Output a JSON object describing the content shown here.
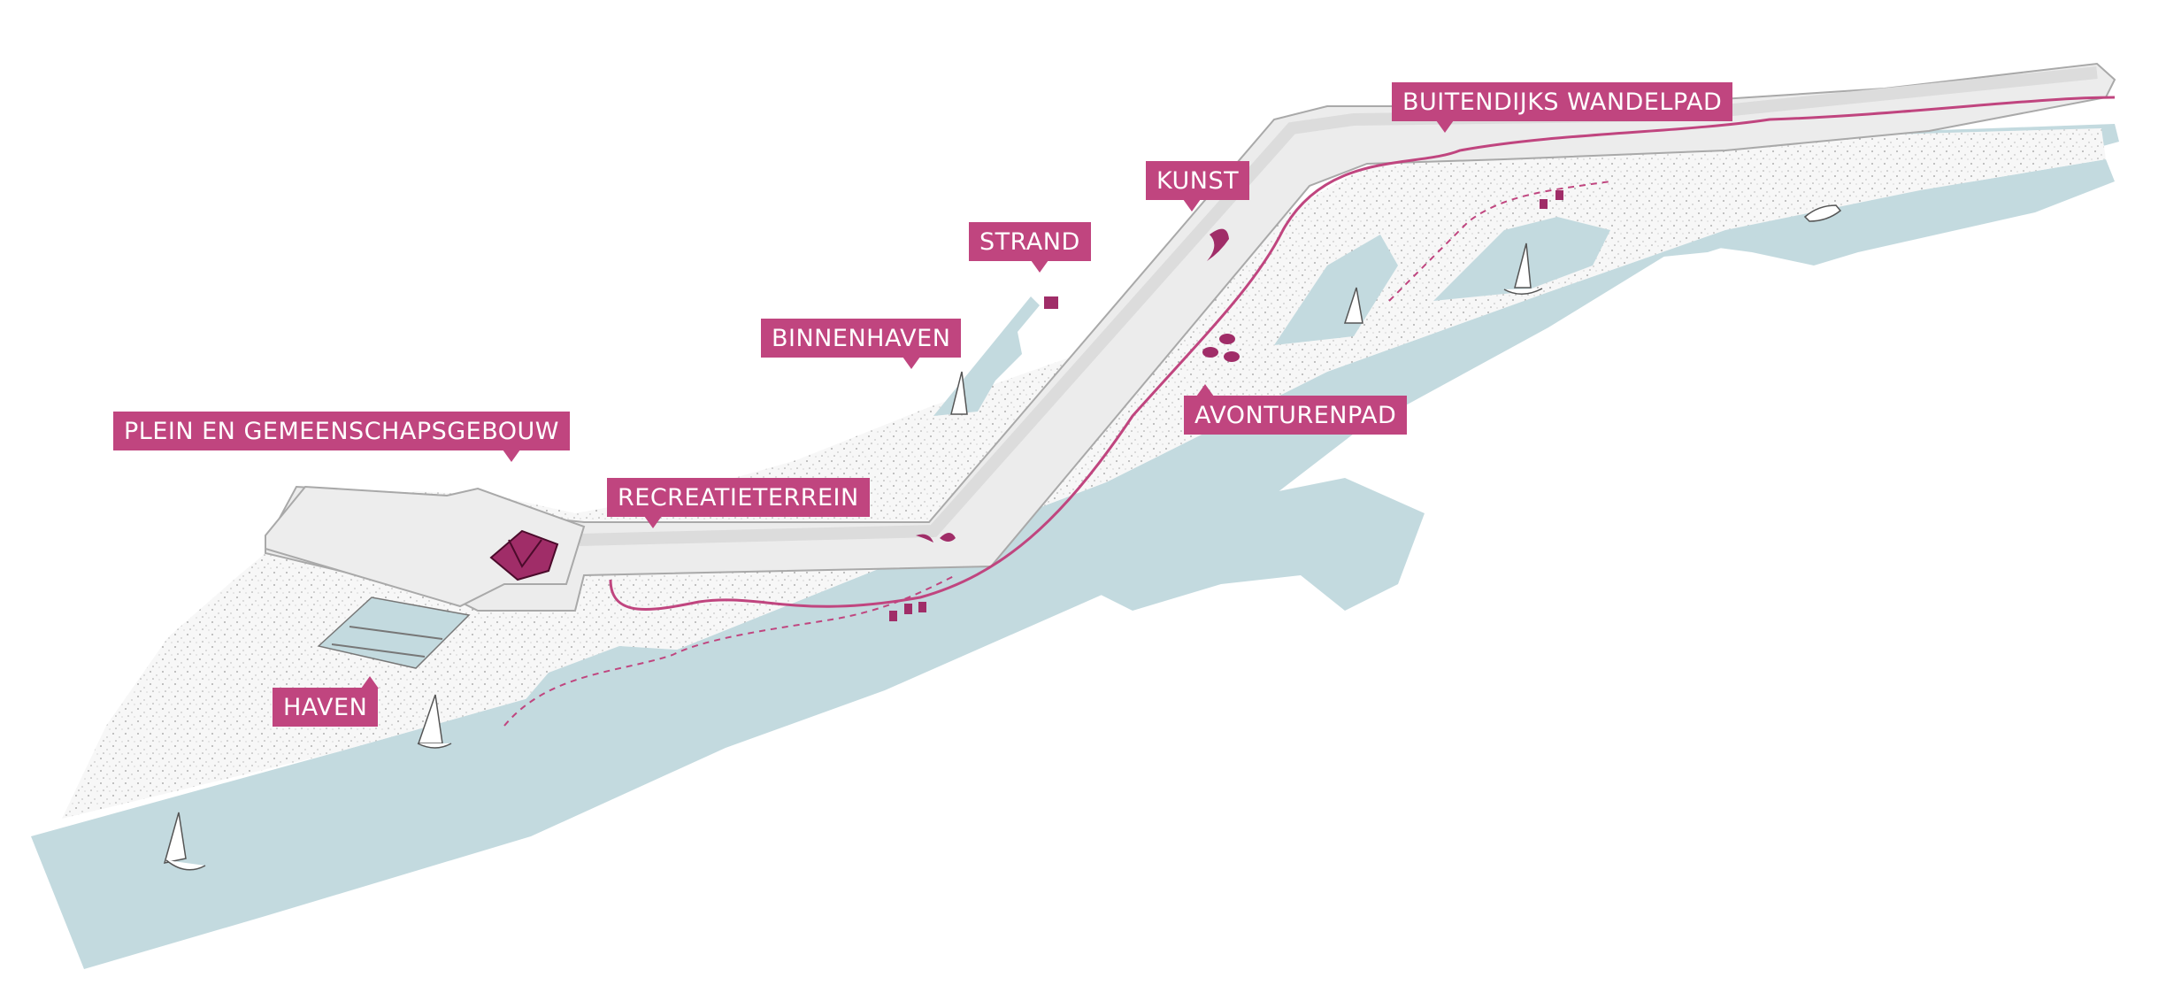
{
  "map": {
    "colors": {
      "water": "#c3dadf",
      "dike": "#ececec",
      "dike_edge": "#a9a9a9",
      "beach": "#f6f6f6",
      "accent": "#c0457f"
    },
    "labels": {
      "buitendijks_wandelpad": "BUITENDIJKS WANDELPAD",
      "kunst": "KUNST",
      "strand": "STRAND",
      "binnenhaven": "BINNENHAVEN",
      "avonturenpad": "AVONTURENPAD",
      "plein": "PLEIN EN GEMEENSCHAPSGEBOUW",
      "recreatieterrein": "RECREATIETERREIN",
      "haven": "HAVEN"
    },
    "icons": [
      "sailboat-icon",
      "motorboat-icon",
      "building-icon",
      "art-sculpture-icon",
      "play-element-icon"
    ]
  }
}
